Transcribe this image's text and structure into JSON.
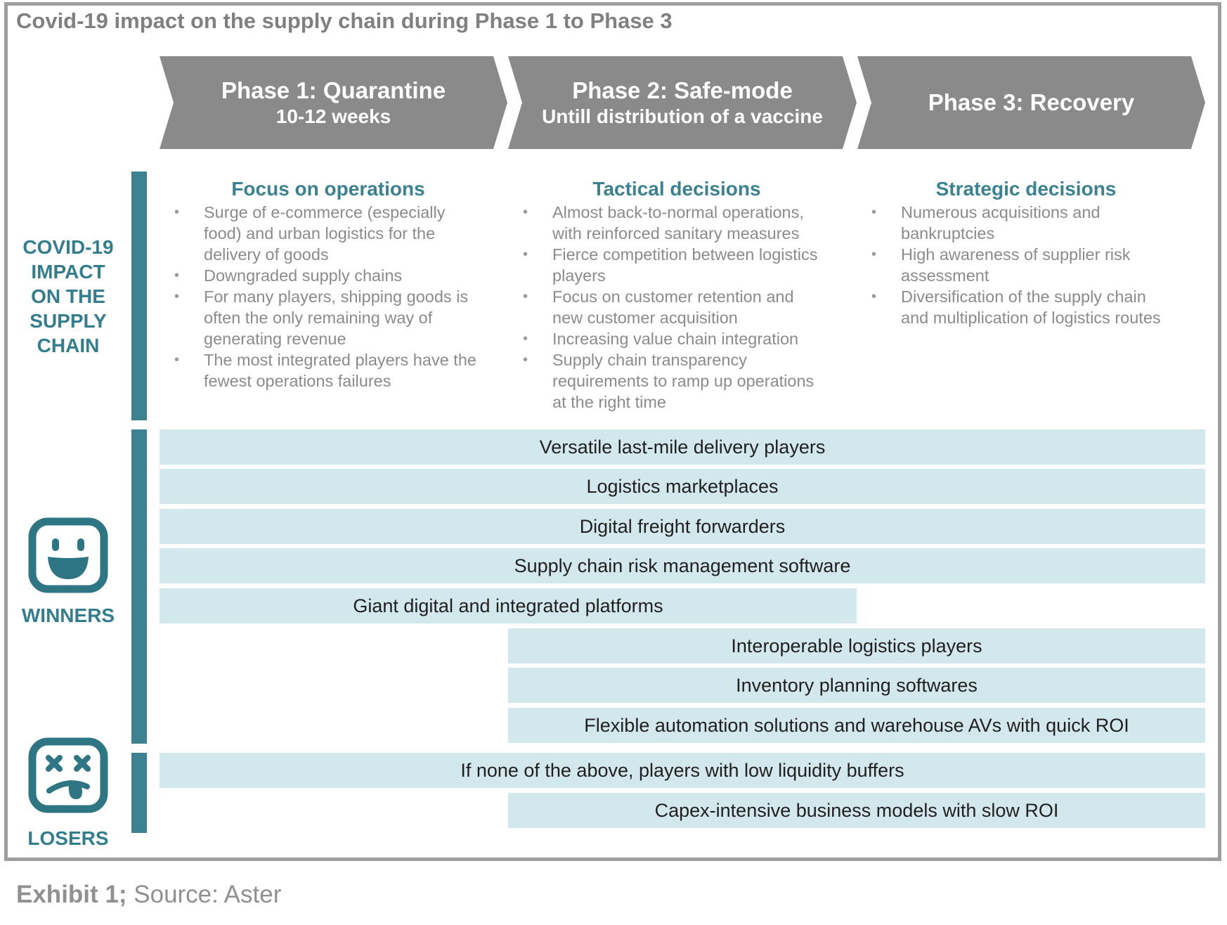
{
  "title": "Covid-19 impact on the supply chain during Phase 1 to Phase 3",
  "phases": [
    {
      "line1": "Phase 1: Quarantine",
      "line2": "10-12 weeks"
    },
    {
      "line1": "Phase 2: Safe-mode",
      "line2": "Untill distribution of a vaccine"
    },
    {
      "line1": "Phase 3: Recovery",
      "line2": ""
    }
  ],
  "impact_label": [
    "COVID-19",
    "IMPACT",
    "ON THE",
    "SUPPLY",
    "CHAIN"
  ],
  "columns": [
    {
      "title": "Focus on operations",
      "bullets": [
        [
          "Surge of e-commerce (especially",
          "food) and urban logistics for the",
          "delivery of goods"
        ],
        [
          "Downgraded supply chains"
        ],
        [
          "For many players, shipping goods is",
          "often the only remaining way of",
          "generating revenue"
        ],
        [
          "The most integrated players have the",
          "fewest operations failures"
        ]
      ]
    },
    {
      "title": "Tactical decisions",
      "bullets": [
        [
          "Almost back-to-normal operations,",
          "with reinforced sanitary measures"
        ],
        [
          "Fierce competition between logistics",
          "players"
        ],
        [
          "Focus on customer retention and",
          "new customer acquisition"
        ],
        [
          "Increasing value chain integration"
        ],
        [
          "Supply chain transparency",
          "requirements to ramp up operations",
          "at the right time"
        ]
      ]
    },
    {
      "title": "Strategic decisions",
      "bullets": [
        [
          "Numerous acquisitions and",
          "bankruptcies"
        ],
        [
          "High awareness of supplier risk",
          "assessment"
        ],
        [
          "Diversification of the supply chain",
          "and multiplication of logistics routes"
        ]
      ]
    }
  ],
  "bullet_symbol": "•",
  "winners_label": "WINNERS",
  "losers_label": "LOSERS",
  "winners": [
    {
      "label": "Versatile last-mile delivery players",
      "phases": [
        1,
        3
      ]
    },
    {
      "label": "Logistics marketplaces",
      "phases": [
        1,
        3
      ]
    },
    {
      "label": "Digital freight forwarders",
      "phases": [
        1,
        3
      ]
    },
    {
      "label": "Supply chain risk management software",
      "phases": [
        1,
        3
      ]
    },
    {
      "label": "Giant digital and integrated platforms",
      "phases": [
        1,
        2
      ]
    },
    {
      "label": "Interoperable logistics players",
      "phases": [
        2,
        3
      ]
    },
    {
      "label": "Inventory planning softwares",
      "phases": [
        2,
        3
      ]
    },
    {
      "label": "Flexible automation solutions and warehouse AVs with quick ROI",
      "phases": [
        2,
        3
      ]
    }
  ],
  "losers": [
    {
      "label": "If none of the above, players with low liquidity buffers",
      "phases": [
        1,
        3
      ]
    },
    {
      "label": "Capex-intensive business models with slow ROI",
      "phases": [
        2,
        3
      ]
    }
  ],
  "colors": {
    "phase_arrow": "#8a8a8a",
    "accent": "#3c8293",
    "bar_fill": "#d3e8ed",
    "frame": "#9e9e9e"
  },
  "icons": {
    "winners": "happy-face-icon",
    "losers": "dizzy-face-icon"
  },
  "source": {
    "bold": "Exhibit 1;",
    "rest": " Source: Aster"
  }
}
